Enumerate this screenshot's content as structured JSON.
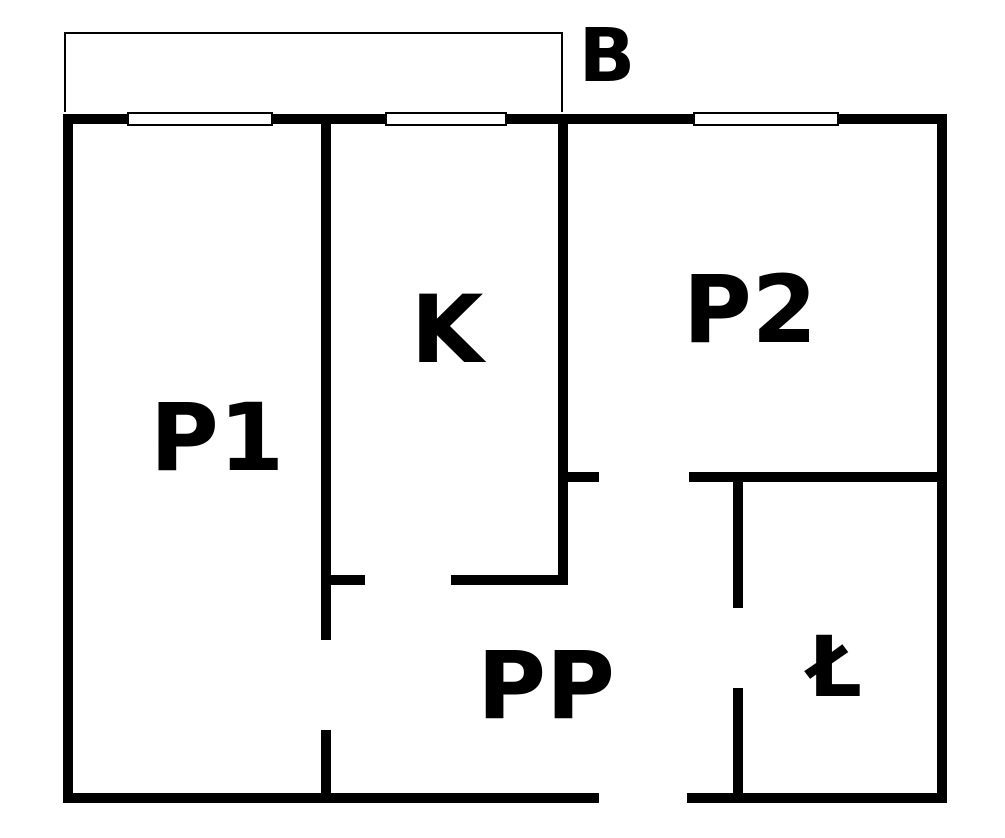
{
  "floorplan": {
    "rooms": {
      "balcony": "B",
      "room_1": "P1",
      "kitchen": "K",
      "room_2": "P2",
      "hallway": "PP",
      "bathroom": "Ł"
    },
    "colors": {
      "wall": "#000000",
      "background": "#ffffff"
    }
  }
}
